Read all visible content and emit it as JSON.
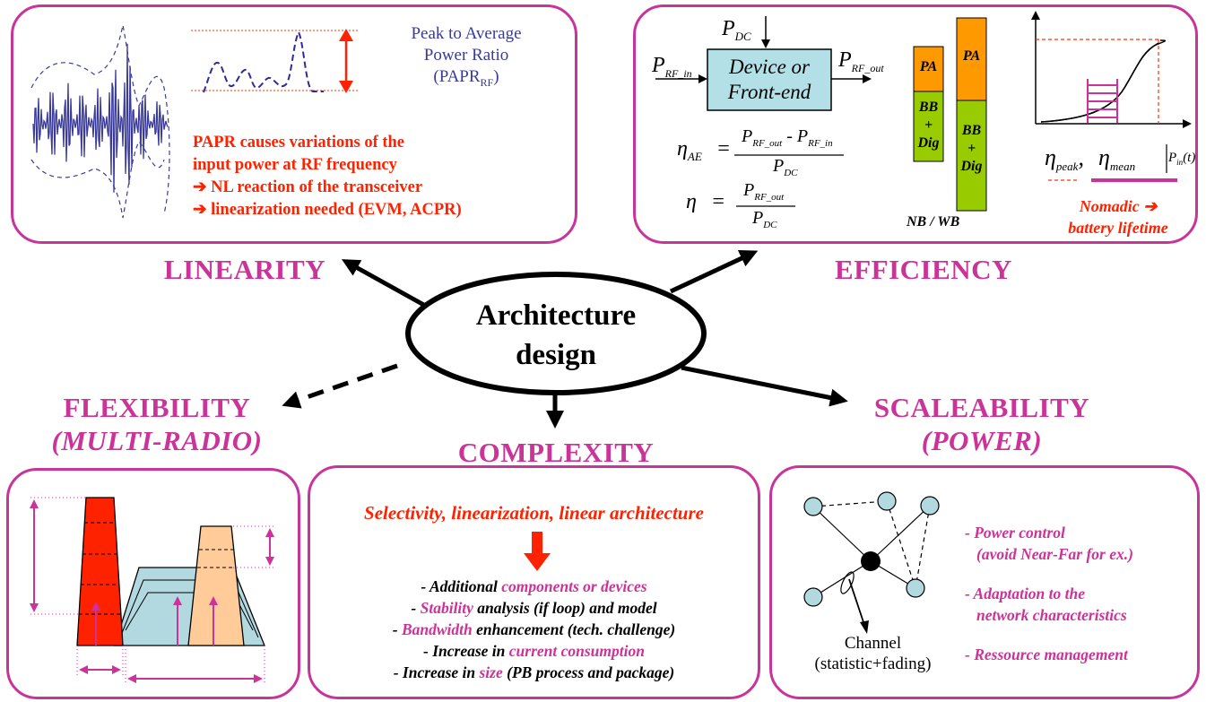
{
  "center": {
    "line1": "Architecture",
    "line2": "design"
  },
  "titles": {
    "linearity": "LINEARITY",
    "efficiency": "EFFICIENCY",
    "flexibility_1": "FLEXIBILITY",
    "flexibility_2": "(MULTI-RADIO)",
    "complexity": "COMPLEXITY",
    "scaleability_1": "SCALEABILITY",
    "scaleability_2": "(POWER)"
  },
  "linearity_panel": {
    "papr_label": [
      "Peak to Average",
      "Power Ratio",
      "(PAPR",
      "RF",
      ")"
    ],
    "lines": [
      "PAPR causes variations of the",
      "input power at RF frequency",
      "➔ NL reaction of the transceiver",
      "➔ linearization needed (EVM, ACPR)"
    ]
  },
  "efficiency_panel": {
    "pdc": "P",
    "pdc_sub": "DC",
    "prf_in": "P",
    "prf_in_sub": "RF_in",
    "prf_out": "P",
    "prf_out_sub": "RF_out",
    "box_line1": "Device or",
    "box_line2": "Front-end",
    "eta_ae": "η",
    "eta_ae_sub": "AE",
    "eta": "η",
    "bar_pa": "PA",
    "bar_bb": [
      "BB",
      "+",
      "Dig"
    ],
    "nb_wb": "NB / WB",
    "eta_peak": "η",
    "eta_peak_sub": "peak",
    "eta_mean": "η",
    "eta_mean_sub": "mean",
    "eta_mean_cond": "P",
    "eta_mean_cond_sub": "in",
    "eta_mean_t": "(t)",
    "nomadic_1": "Nomadic ➔",
    "nomadic_2": "battery lifetime"
  },
  "complexity_panel": {
    "heading": "Selectivity, linearization, linear architecture",
    "items": [
      {
        "a": "- Additional ",
        "b": "components or devices",
        "c": ""
      },
      {
        "a": "- ",
        "b": "Stability",
        "c": " analysis (if loop) and model"
      },
      {
        "a": "- ",
        "b": "Bandwidth",
        "c": " enhancement (tech. challenge)"
      },
      {
        "a": "- Increase in ",
        "b": "current consumption",
        "c": ""
      },
      {
        "a": "- Increase in ",
        "b": "size",
        "c": " (PB process and package)"
      }
    ]
  },
  "scaleability_panel": {
    "channel_1": "Channel",
    "channel_2": "(statistic+fading)",
    "items": [
      [
        "- Power control",
        "(avoid Near-Far for ex.)"
      ],
      [
        "- Adaptation to the",
        "network characteristics"
      ],
      [
        "- Ressource management"
      ]
    ]
  },
  "colors": {
    "accent": "#cc3399",
    "alert": "#ff2200",
    "pa": "#ff9900",
    "bb": "#99cc00",
    "box": "#b3e0e6"
  }
}
